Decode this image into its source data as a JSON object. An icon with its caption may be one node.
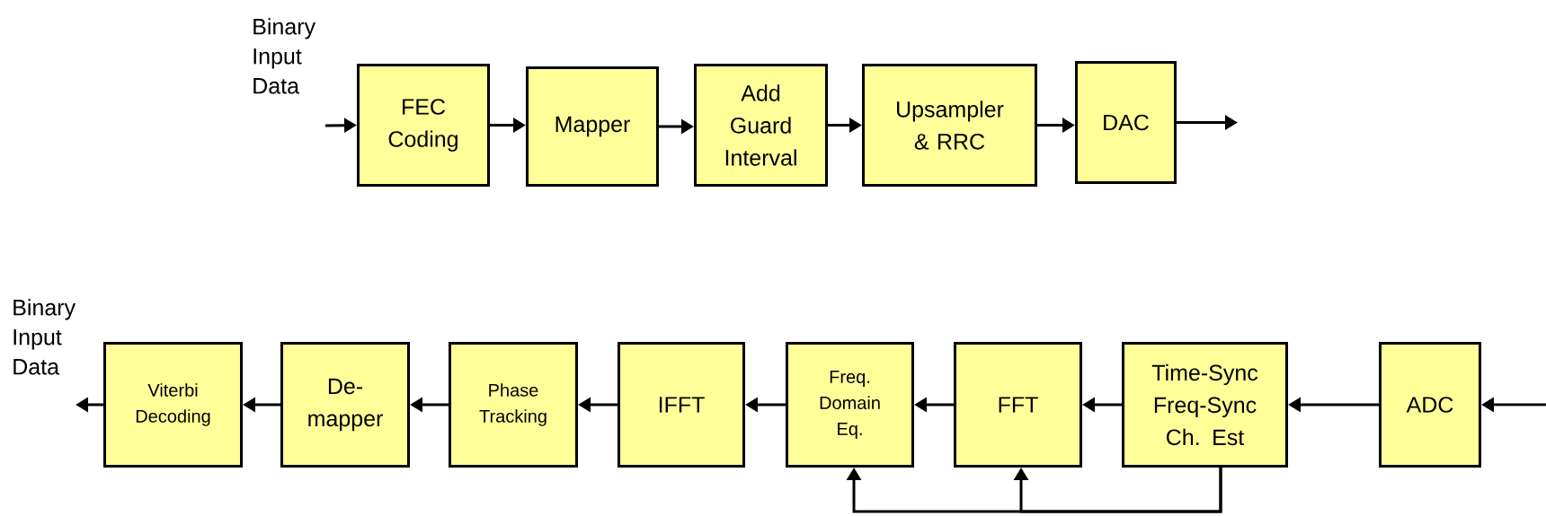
{
  "diagram": {
    "nodes": [
      {
        "text": [
          "FEC Coding"
        ]
      },
      {
        "text": [
          "Mapper"
        ]
      },
      {
        "text": [
          "Add Guard Interval"
        ]
      },
      {
        "text": [
          "Upsampler & RRC"
        ]
      },
      {
        "text": [
          "DAC"
        ]
      },
      {
        "text": [
          "Viterbi Decoding"
        ]
      },
      {
        "text": [
          "De- mapper"
        ]
      },
      {
        "text": [
          "Phase Tracking"
        ]
      },
      {
        "text": [
          "IFFT"
        ]
      },
      {
        "text": [
          "Freq. Domain Eq."
        ]
      },
      {
        "text": [
          "FFT"
        ]
      },
      {
        "text": [
          "Time-Sync Freq-Sync Ch. Est"
        ]
      },
      {
        "text": [
          "ADC"
        ]
      }
    ],
    "edges": [
      {
        "from": null,
        "to": 0,
        "arrow": "to"
      },
      {
        "from": 0,
        "to": 1,
        "arrow": "to"
      },
      {
        "from": 1,
        "to": 2,
        "arrow": "to"
      },
      {
        "from": 2,
        "to": 3,
        "arrow": "to"
      },
      {
        "from": 3,
        "to": 4,
        "arrow": "to"
      },
      {
        "from": 4,
        "to": null,
        "arrow": "to"
      },
      {
        "from": null,
        "to": 12,
        "arrow": "to"
      },
      {
        "from": 12,
        "to": 11,
        "arrow": "to"
      },
      {
        "from": 11,
        "to": 10,
        "arrow": "to"
      },
      {
        "from": 10,
        "to": 9,
        "arrow": "to"
      },
      {
        "from": 9,
        "to": 8,
        "arrow": "to"
      },
      {
        "from": 8,
        "to": 7,
        "arrow": "to"
      },
      {
        "from": 7,
        "to": 6,
        "arrow": "to"
      },
      {
        "from": 6,
        "to": 5,
        "arrow": "to"
      },
      {
        "from": 5,
        "to": null,
        "arrow": "to"
      },
      {
        "from": 11,
        "to": 9,
        "arrow": "to"
      },
      {
        "from": 11,
        "to": 10,
        "arrow": "to"
      }
    ],
    "labels": [
      "Binary Input Data",
      "Binary Input Data"
    ]
  }
}
